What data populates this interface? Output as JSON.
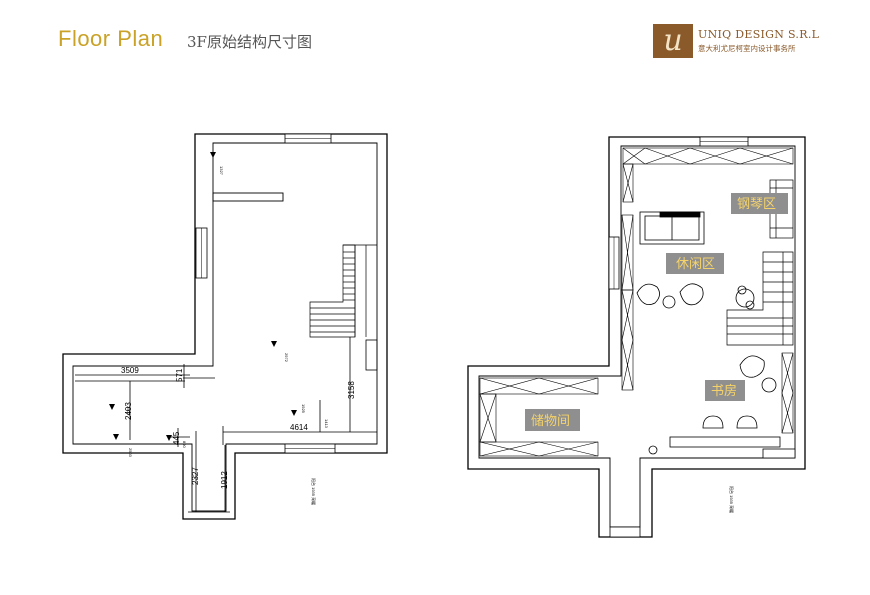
{
  "header": {
    "title": "Floor Plan",
    "subtitle": "3F原始结构尺寸图"
  },
  "brand": {
    "logo_glyph": "u",
    "name": "UNIQ DESIGN S.R.L",
    "tagline": "意大利尤尼柯室内设计事务所"
  },
  "left_plan": {
    "dimensions": {
      "d3509": "3509",
      "d571": "571",
      "d2403": "2403",
      "d445": "445",
      "d4614": "4614",
      "d3158": "3158",
      "d2327": "2327",
      "d1912": "1912"
    },
    "small_notes": {
      "n1": "1327",
      "n2": "2972",
      "n3": "2502",
      "n4": "1925",
      "n5": "2503",
      "n6": "1413",
      "n7": "890",
      "bottom": "阳台 1935 采暖"
    }
  },
  "right_plan": {
    "rooms": {
      "piano": "钢琴区",
      "lounge": "休闲区",
      "study": "书房",
      "storage": "储物间"
    },
    "bottom_note": "阳台 1935 采暖"
  },
  "colors": {
    "accent": "#c9a227",
    "label_bg": "#8f8f8f",
    "label_text": "#f5d36a",
    "brand": "#8a5a2b"
  }
}
